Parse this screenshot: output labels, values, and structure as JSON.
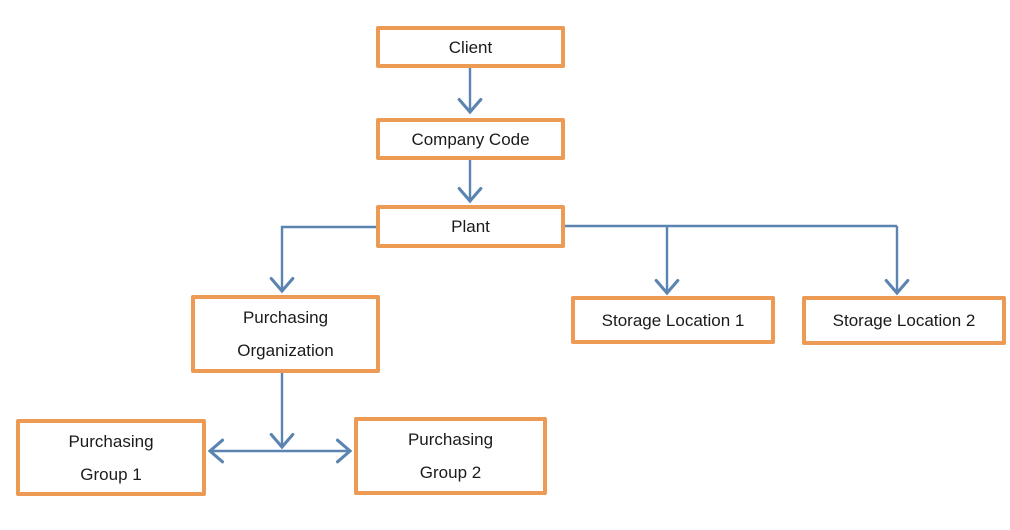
{
  "diagram": {
    "colors": {
      "page_bg": "#FFFFFF",
      "box_border": "#ED9B54",
      "box_fill": "#FFFFFF",
      "connector": "#5B84B1",
      "text": "#1B1B1B"
    },
    "nodes": {
      "client": {
        "label": "Client"
      },
      "company_code": {
        "label": "Company Code"
      },
      "plant": {
        "label": "Plant"
      },
      "purchasing_organization": {
        "label": "Purchasing Organization",
        "lines": [
          "Purchasing",
          "Organization"
        ]
      },
      "storage_location_1": {
        "label": "Storage Location 1"
      },
      "storage_location_2": {
        "label": "Storage Location 2"
      },
      "purchasing_group_1": {
        "label": "Purchasing Group 1",
        "lines": [
          "Purchasing",
          "Group 1"
        ]
      },
      "purchasing_group_2": {
        "label": "Purchasing Group 2",
        "lines": [
          "Purchasing",
          "Group 2"
        ]
      }
    },
    "edges": [
      {
        "from": "Client",
        "to": "Company Code",
        "arrow": "single-down"
      },
      {
        "from": "Company Code",
        "to": "Plant",
        "arrow": "single-down"
      },
      {
        "from": "Plant",
        "to": "Purchasing Organization",
        "arrow": "single-down"
      },
      {
        "from": "Plant",
        "to": "Storage Location 1",
        "arrow": "single-down"
      },
      {
        "from": "Plant",
        "to": "Storage Location 2",
        "arrow": "single-down"
      },
      {
        "from": "Purchasing Organization",
        "to": "Purchasing Group 1 and Purchasing Group 2",
        "arrow": "down-then-double-headed"
      }
    ]
  }
}
